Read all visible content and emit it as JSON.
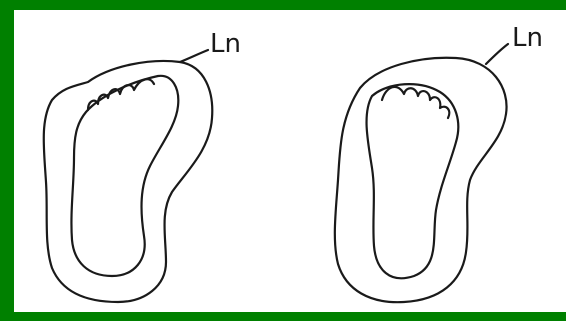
{
  "colors": {
    "frame": "#008000",
    "panel": "#ffffff",
    "ink": "#1a1a1a"
  },
  "figures": [
    {
      "name": "left-footprint",
      "label": "Ln"
    },
    {
      "name": "right-footprint",
      "label": "Ln"
    }
  ]
}
